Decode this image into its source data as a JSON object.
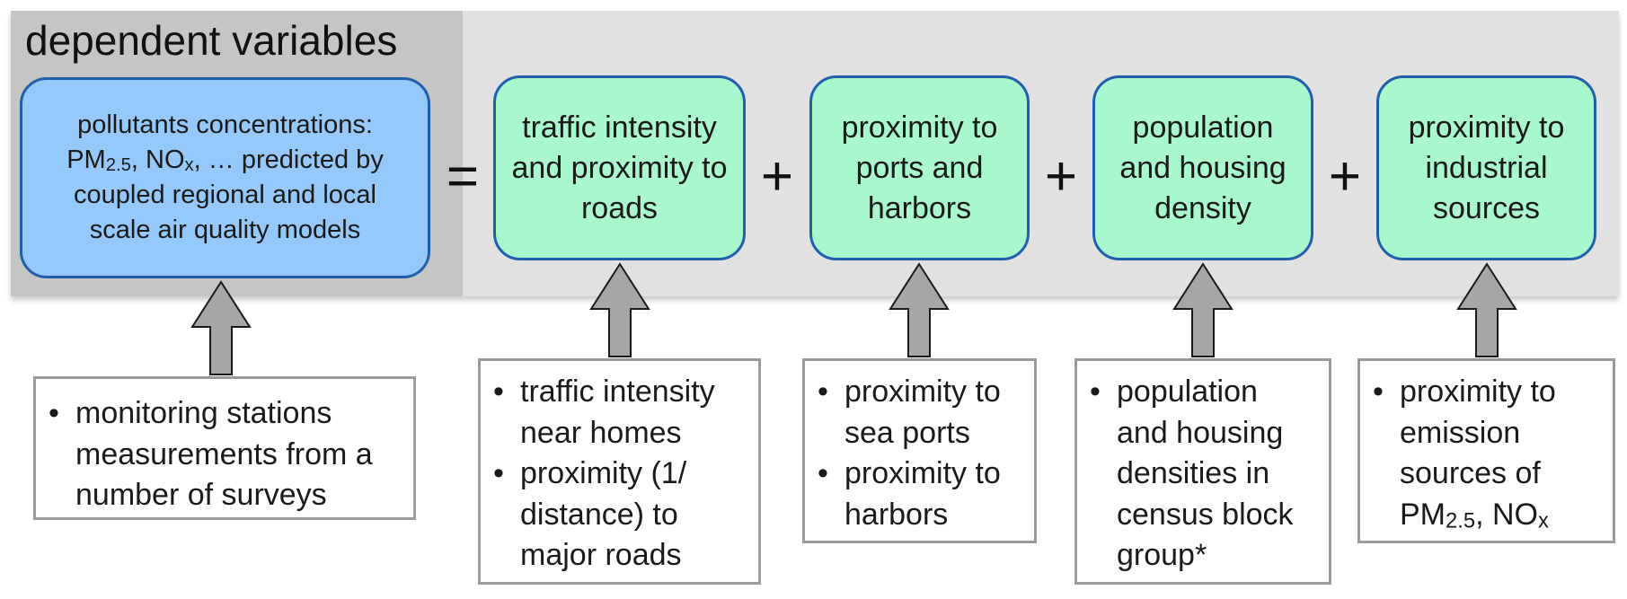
{
  "dependent_section": {
    "title": "dependent variables",
    "node": {
      "line1": "pollutants concentrations:",
      "line2_a": "PM",
      "line2_a_sub": "2.5",
      "line2_b": ", NO",
      "line2_b_sub": "x",
      "line2_c": ", … predicted by",
      "line3": "coupled regional and local",
      "line4": "scale air quality models"
    },
    "source_box": {
      "bullet": "•",
      "item1_lines": [
        "monitoring stations",
        "measurements from a",
        "number of surveys"
      ]
    }
  },
  "operators": {
    "equals": "=",
    "plus": "+"
  },
  "predictors": [
    {
      "lines": [
        "traffic intensity",
        "and proximity to",
        "roads"
      ],
      "box": {
        "items": [
          [
            "traffic intensity",
            "near homes"
          ],
          [
            "proximity (1/",
            "distance) to",
            "major roads"
          ]
        ]
      }
    },
    {
      "lines": [
        "proximity to",
        "ports and",
        "harbors"
      ],
      "box": {
        "items": [
          [
            "proximity to",
            "sea ports"
          ],
          [
            "proximity to",
            "harbors"
          ]
        ]
      }
    },
    {
      "lines": [
        "population",
        "and housing",
        "density"
      ],
      "box": {
        "items": [
          [
            "population",
            "and housing",
            "densities in",
            "census block",
            "group*"
          ]
        ]
      }
    },
    {
      "lines": [
        "proximity to",
        "industrial",
        "sources"
      ],
      "box": {
        "line1": "proximity to",
        "line2": "emission",
        "line3": "sources of",
        "line4_a": "PM",
        "line4_a_sub": "2.5",
        "line4_b": ", NO",
        "line4_b_sub": "x"
      }
    }
  ],
  "colors": {
    "panel": "#e1e1e1",
    "dependent_panel": "#c5c5c5",
    "dependent_node": "#96c9fb",
    "predictor_node": "#a9f7cc",
    "node_border": "#1f5fae",
    "arrow_fill": "#a6a6a6",
    "box_border": "#9a9a9a"
  }
}
